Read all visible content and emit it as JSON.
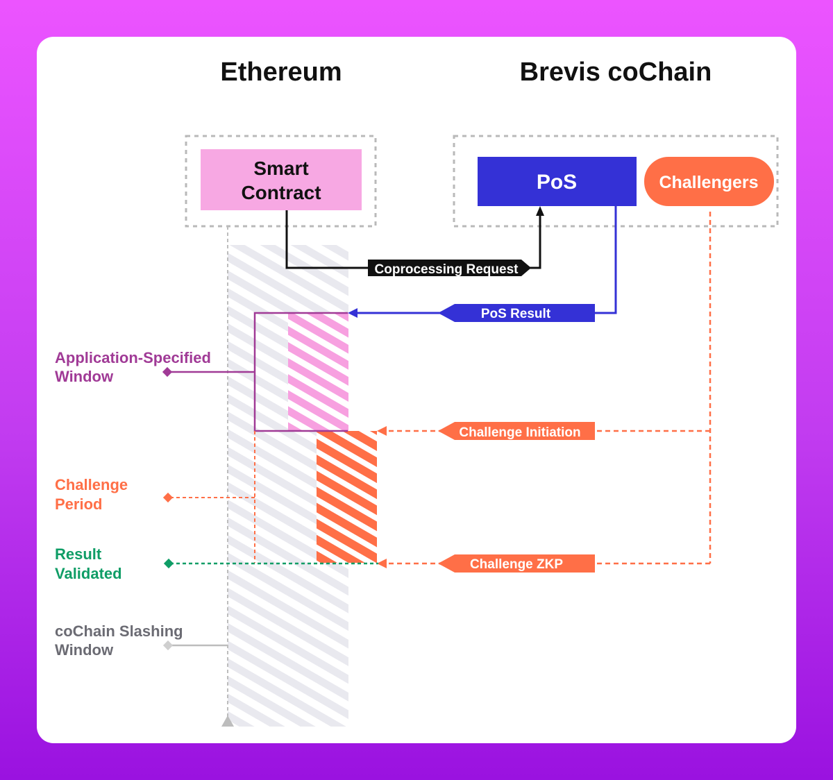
{
  "columns": {
    "left_title": "Ethereum",
    "right_title": "Brevis coChain"
  },
  "nodes": {
    "smart_contract": [
      "Smart",
      "Contract"
    ],
    "pos": "PoS",
    "challengers": "Challengers"
  },
  "messages": {
    "coprocessing_request": "Coprocessing Request",
    "pos_result": "PoS Result",
    "challenge_initiation": "Challenge Initiation",
    "challenge_zkp": "Challenge ZKP"
  },
  "labels": {
    "app_window": [
      "Application-Specified",
      "Window"
    ],
    "challenge_period": [
      "Challenge",
      "Period"
    ],
    "result_validated": [
      "Result",
      "Validated"
    ],
    "slashing_window": [
      "coChain Slashing",
      "Window"
    ]
  },
  "colors": {
    "pink": "#f7a8e3",
    "blue": "#3431d6",
    "orange": "#ff6f47",
    "purple_label": "#a03a96",
    "green": "#0f9d66",
    "gray": "#6b6b73"
  }
}
